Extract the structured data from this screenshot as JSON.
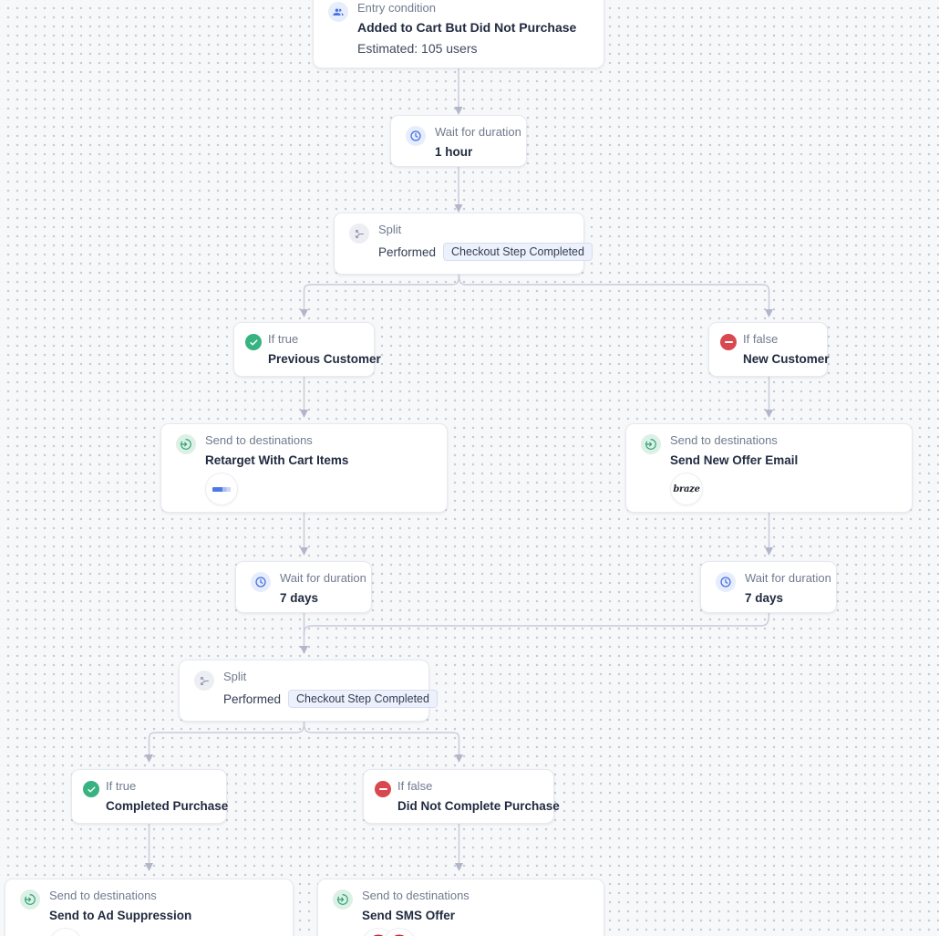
{
  "app": {
    "name": "journey-builder-canvas"
  },
  "theme": {
    "canvas_bg": "#f7f8fa",
    "dot_color": "#c7cad5",
    "connector_color": "#c9ccdb",
    "arrow_color": "#b2b6ca",
    "node_bg": "#ffffff",
    "node_border": "#e7e9f0",
    "accent_blue": "#4a72e2",
    "accent_green": "#36b380",
    "accent_red": "#d9474f",
    "send_green": "#2da173",
    "twilio_red": "#d2232c"
  },
  "nodes": [
    {
      "id": "entry",
      "type_label": "Entry condition",
      "icon": "users-icon",
      "title": "Added to Cart But Did Not Purchase",
      "subtitle": "Estimated: 105 users"
    },
    {
      "id": "wait-1",
      "type_label": "Wait for duration",
      "icon": "clock-icon",
      "title": "1 hour"
    },
    {
      "id": "split-1",
      "type_label": "Split",
      "icon": "split-icon",
      "condition_prefix": "Performed",
      "condition_event": "Checkout Step Completed"
    },
    {
      "id": "if-true-1",
      "type_label": "If true",
      "icon": "check-icon",
      "title": "Previous Customer"
    },
    {
      "id": "if-false-1",
      "type_label": "If false",
      "icon": "minus-icon",
      "title": "New Customer"
    },
    {
      "id": "send-retarget",
      "type_label": "Send to destinations",
      "icon": "send-icon",
      "title": "Retarget With Cart Items",
      "destinations": [
        {
          "icon": "ad-platform-wordmark-icon"
        }
      ]
    },
    {
      "id": "send-new-offer-email",
      "type_label": "Send to destinations",
      "icon": "send-icon",
      "title": "Send New Offer Email",
      "destinations": [
        {
          "icon": "braze-wordmark-icon",
          "label": "braze"
        }
      ]
    },
    {
      "id": "wait-7d-left",
      "type_label": "Wait for duration",
      "icon": "clock-icon",
      "title": "7 days"
    },
    {
      "id": "wait-7d-right",
      "type_label": "Wait for duration",
      "icon": "clock-icon",
      "title": "7 days"
    },
    {
      "id": "split-2",
      "type_label": "Split",
      "icon": "split-icon",
      "condition_prefix": "Performed",
      "condition_event": "Checkout Step Completed"
    },
    {
      "id": "if-true-2",
      "type_label": "If true",
      "icon": "check-icon",
      "title": "Completed Purchase"
    },
    {
      "id": "if-false-2",
      "type_label": "If false",
      "icon": "minus-icon",
      "title": "Did Not Complete Purchase"
    },
    {
      "id": "send-ad-suppression",
      "type_label": "Send to destinations",
      "icon": "send-icon",
      "title": "Send to Ad Suppression",
      "destinations": [
        {
          "icon": "ad-platform-wordmark-icon"
        }
      ]
    },
    {
      "id": "send-sms-offer",
      "type_label": "Send to destinations",
      "icon": "send-icon",
      "title": "Send SMS Offer",
      "destinations": [
        {
          "icon": "twilio-icon"
        },
        {
          "icon": "twilio-icon"
        }
      ]
    }
  ]
}
